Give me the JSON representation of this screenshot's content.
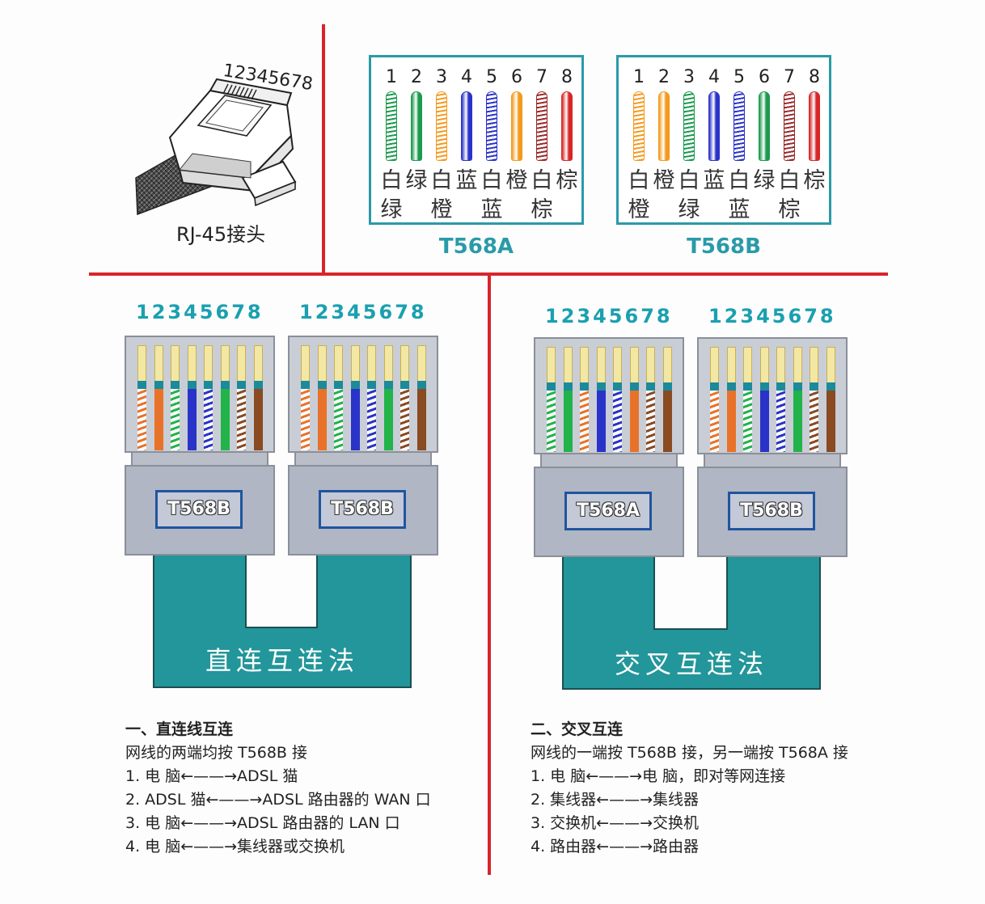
{
  "rj45": {
    "pin_sequence": "12345678",
    "caption": "RJ-45接头"
  },
  "standards": [
    {
      "label": "T568A",
      "pins": [
        "1",
        "2",
        "3",
        "4",
        "5",
        "6",
        "7",
        "8"
      ],
      "top_chars": [
        "白",
        "绿",
        "白",
        "蓝",
        "白",
        "橙",
        "白",
        "棕"
      ],
      "bottom_chars": [
        "绿",
        "",
        "橙",
        "",
        "蓝",
        "",
        "棕",
        ""
      ],
      "wires": [
        {
          "base": "#ffffff",
          "stripe": "#1a9a4e"
        },
        {
          "base": "#1a9a4e",
          "stripe": ""
        },
        {
          "base": "#ffffff",
          "stripe": "#f39a1e"
        },
        {
          "base": "#2a33c8",
          "stripe": ""
        },
        {
          "base": "#ffffff",
          "stripe": "#2a33c8"
        },
        {
          "base": "#f39a1e",
          "stripe": ""
        },
        {
          "base": "#ffffff",
          "stripe": "#9a2a2a"
        },
        {
          "base": "#d82628",
          "stripe": ""
        }
      ]
    },
    {
      "label": "T568B",
      "pins": [
        "1",
        "2",
        "3",
        "4",
        "5",
        "6",
        "7",
        "8"
      ],
      "top_chars": [
        "白",
        "橙",
        "白",
        "蓝",
        "白",
        "绿",
        "白",
        "棕"
      ],
      "bottom_chars": [
        "橙",
        "",
        "绿",
        "",
        "蓝",
        "",
        "棕",
        ""
      ],
      "wires": [
        {
          "base": "#ffffff",
          "stripe": "#f39a1e"
        },
        {
          "base": "#f39a1e",
          "stripe": ""
        },
        {
          "base": "#ffffff",
          "stripe": "#1a9a4e"
        },
        {
          "base": "#2a33c8",
          "stripe": ""
        },
        {
          "base": "#ffffff",
          "stripe": "#2a33c8"
        },
        {
          "base": "#1a9a4e",
          "stripe": ""
        },
        {
          "base": "#ffffff",
          "stripe": "#9a2a2a"
        },
        {
          "base": "#d82628",
          "stripe": ""
        }
      ]
    }
  ],
  "pin_scale": "12345678",
  "connectors": [
    {
      "label": "T568B",
      "order": [
        "wo",
        "o",
        "wg",
        "b",
        "wb",
        "g",
        "wbr",
        "br"
      ]
    },
    {
      "label": "T568B",
      "order": [
        "wo",
        "o",
        "wg",
        "b",
        "wb",
        "g",
        "wbr",
        "br"
      ]
    },
    {
      "label": "T568A",
      "order": [
        "wg",
        "g",
        "wo",
        "b",
        "wb",
        "o",
        "wbr",
        "br"
      ]
    },
    {
      "label": "T568B",
      "order": [
        "wo",
        "o",
        "wg",
        "b",
        "wb",
        "g",
        "wbr",
        "br"
      ]
    }
  ],
  "strand_colors": {
    "wo": "#f6c79a",
    "o": "#e8722a",
    "wg": "#b8e6b8",
    "g": "#22b34a",
    "b": "#2a33c8",
    "wb": "#c9cbf5",
    "wbr": "#e8c8b0",
    "br": "#8a4a22",
    "white": "#ffffff",
    "orange": "#e8722a",
    "green": "#22b34a",
    "brown": "#8a4a22",
    "blue": "#2a33c8"
  },
  "methods": {
    "straight": "直连互连法",
    "cross": "交叉互连法"
  },
  "notes_straight": {
    "heading": "一、直连线互连",
    "desc": "网线的两端均按 T568B 接",
    "items": [
      "1.  电   脑←——→ADSL 猫",
      "2.  ADSL 猫←——→ADSL 路由器的 WAN 口",
      "3.  电   脑←——→ADSL 路由器的 LAN 口",
      "4.  电   脑←——→集线器或交换机"
    ]
  },
  "notes_cross": {
    "heading": "二、交叉互连",
    "desc": "网线的一端按 T568B 接，另一端按 T568A 接",
    "items": [
      "1.  电   脑←——→电   脑，即对等网连接",
      "2.  集线器←——→集线器",
      "3.  交换机←——→交换机",
      "4.  路由器←——→路由器"
    ]
  }
}
